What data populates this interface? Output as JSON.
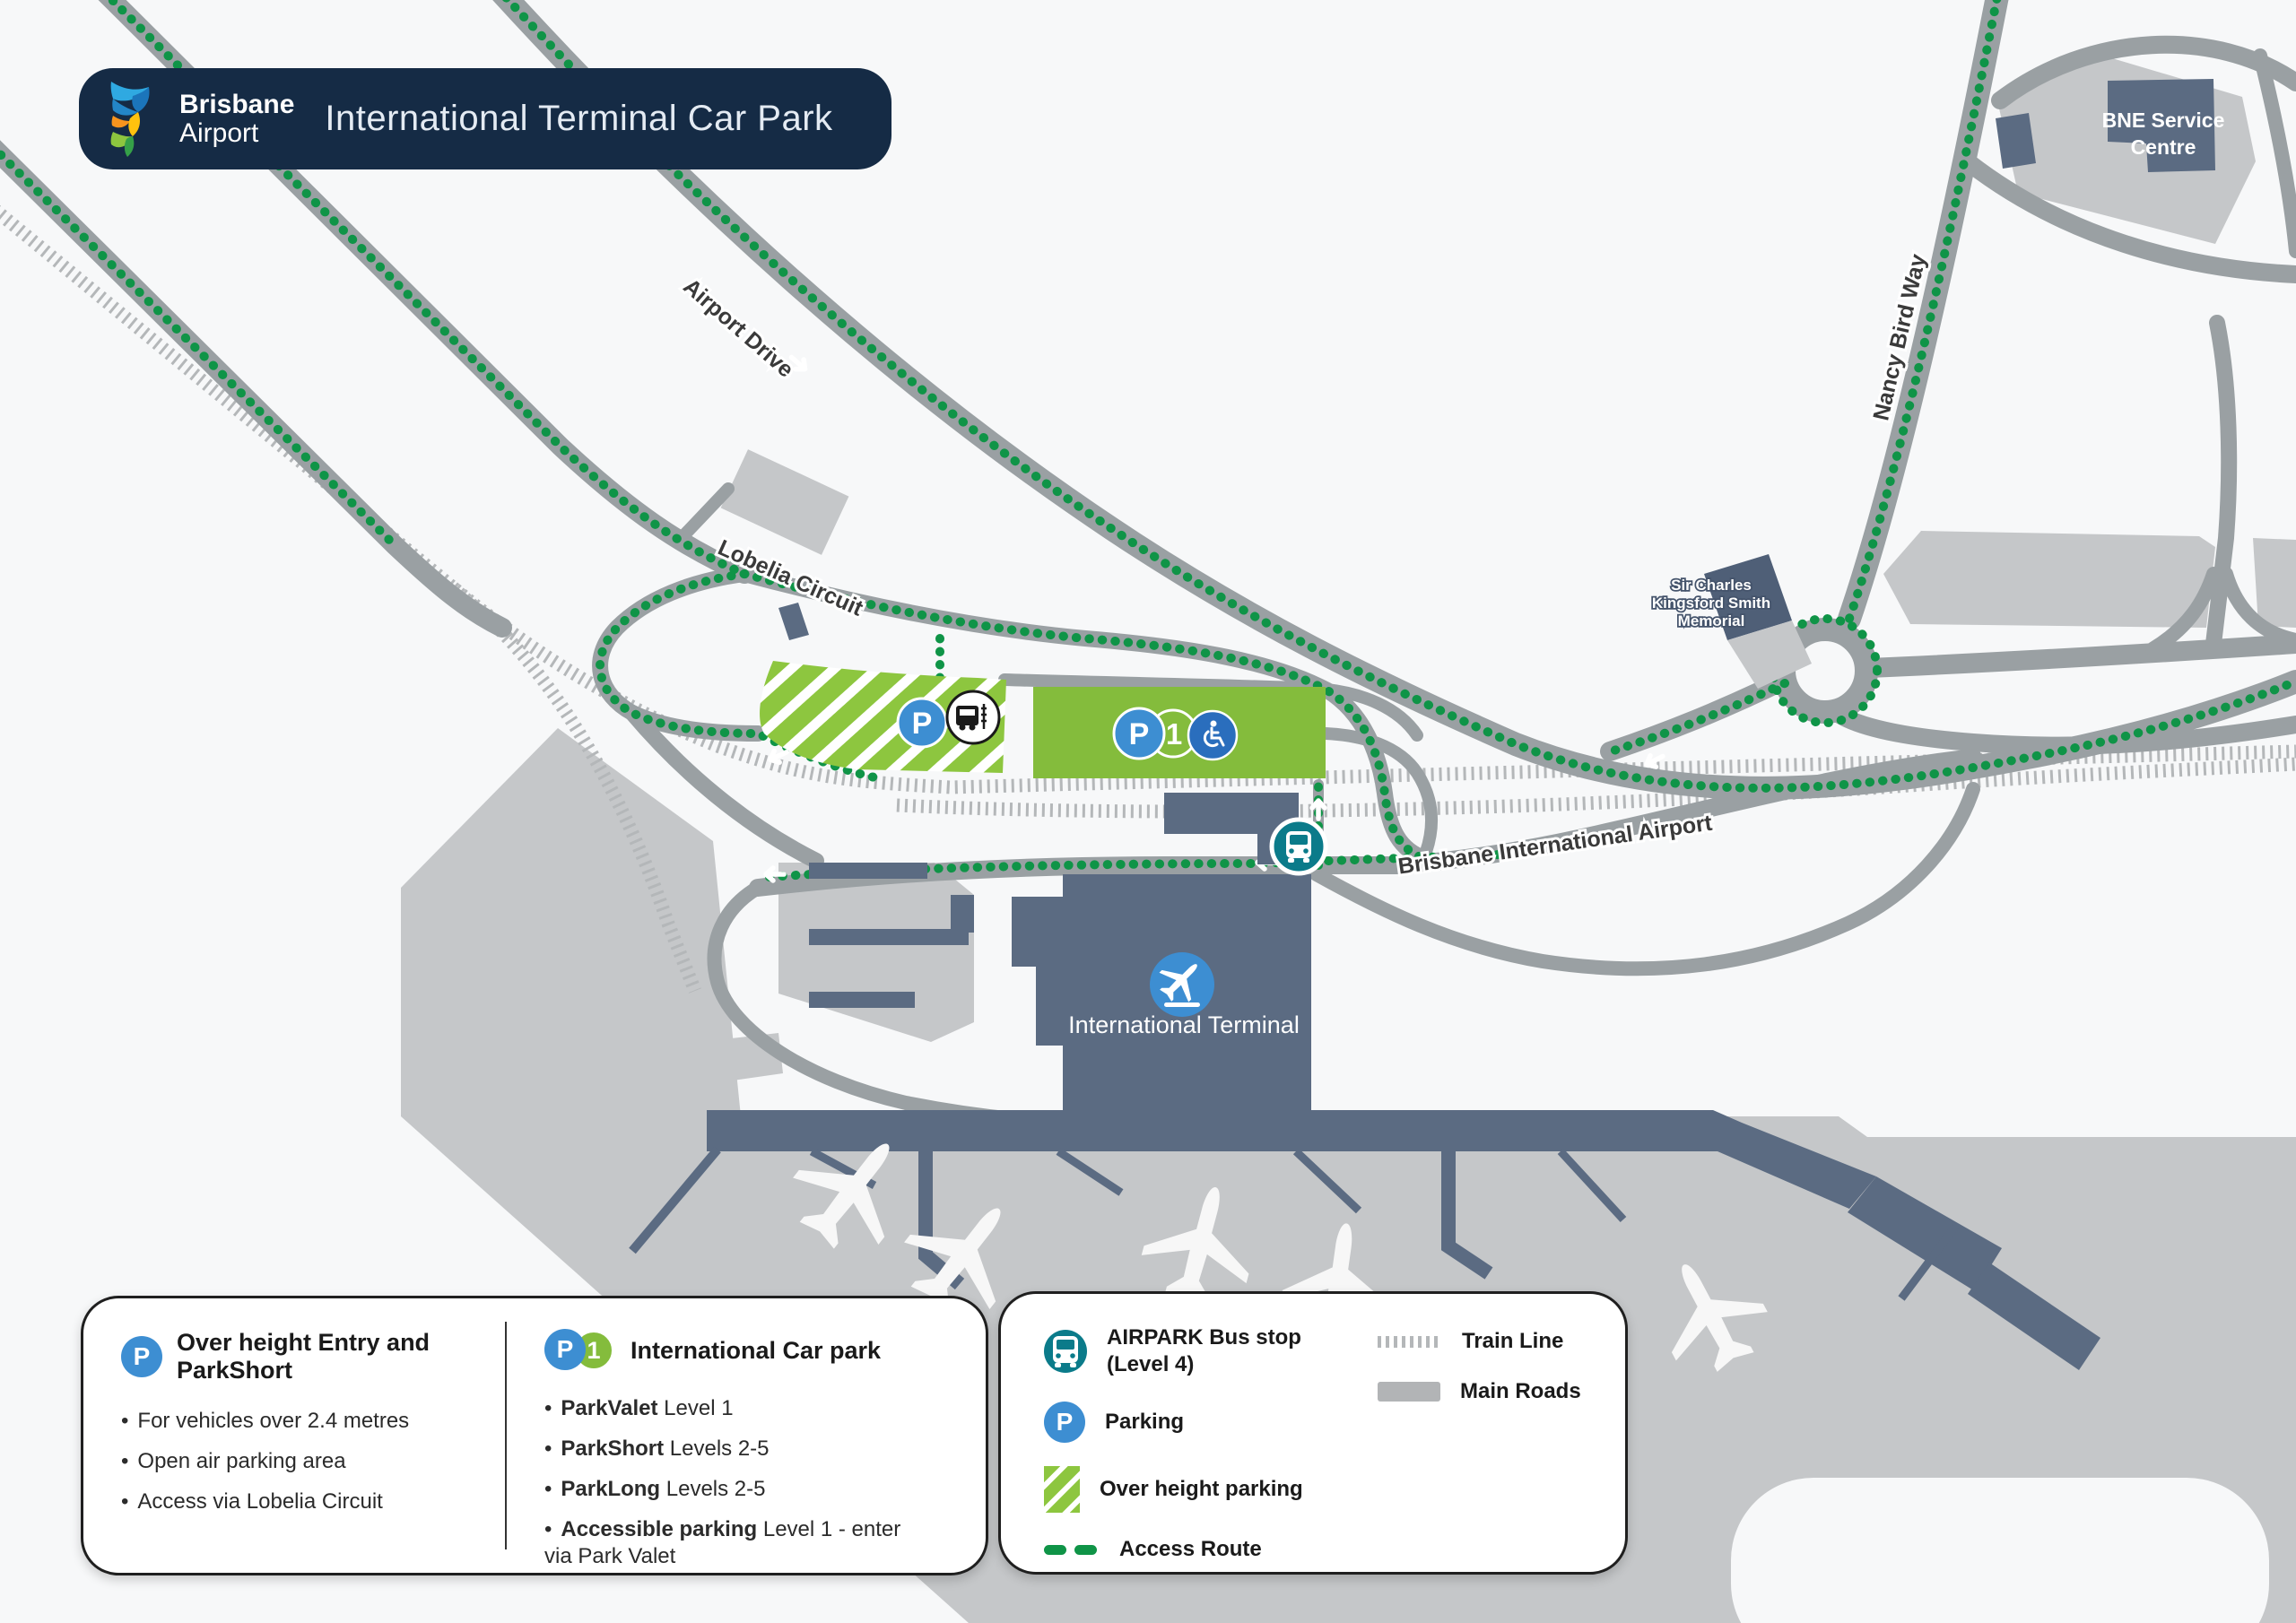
{
  "header": {
    "logo_line1": "Brisbane",
    "logo_line2": "Airport",
    "title": "International Terminal Car Park"
  },
  "map": {
    "labels": {
      "airport_drive": "Airport Drive",
      "nancy_bird_way": "Nancy Bird Way",
      "lobelia_circuit": "Lobelia Circuit",
      "brisbane_international_airport": "Brisbane International Airport",
      "bne_line1": "BNE Service",
      "bne_line2": "Centre",
      "memorial_line1": "Sir Charles",
      "memorial_line2": "Kingsford Smith",
      "memorial_line3": "Memorial",
      "international_terminal": "International Terminal"
    },
    "badges": {
      "p": "P",
      "one": "1"
    }
  },
  "legend_parking": {
    "overheight": {
      "badge": "P",
      "title": "Over height Entry and ParkShort",
      "items": [
        "For vehicles over 2.4 metres",
        "Open air parking area",
        "Access via Lobelia Circuit"
      ]
    },
    "international": {
      "badge_p": "P",
      "badge_1": "1",
      "title": "International Car park",
      "items": [
        {
          "b": "ParkValet",
          "r": " Level 1"
        },
        {
          "b": "ParkShort",
          "r": " Levels 2-5"
        },
        {
          "b": "ParkLong",
          "r": " Levels 2-5"
        },
        {
          "b": "Accessible parking",
          "r": " Level 1 - enter via Park Valet"
        }
      ]
    }
  },
  "legend_symbols": {
    "bus_line1": "AIRPARK Bus stop",
    "bus_line2": "(Level 4)",
    "parking_badge": "P",
    "parking": "Parking",
    "overheight": "Over height parking",
    "access_route": "Access Route",
    "train_line": "Train Line",
    "main_roads": "Main Roads"
  },
  "ui": {
    "bullet": "•"
  },
  "colors": {
    "navy_header": "#152b45",
    "road_gray": "#9aa0a3",
    "train_gray": "#b4b7b9",
    "apron_gray": "#c5c7c9",
    "building_slate": "#5b6b82",
    "parking_green": "#84bc3c",
    "hatch_green": "#8dc63f",
    "access_green": "#0f9447",
    "parking_blue": "#3d8ed2",
    "accessible_blue": "#2a6ebd",
    "bus_teal": "#0b7b8a"
  }
}
